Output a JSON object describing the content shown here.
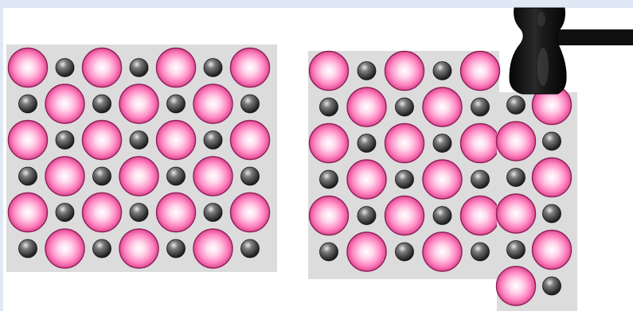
{
  "colors": {
    "frame": "#dfe8f4",
    "page": "#ffffff",
    "panel": "#dcdcdc",
    "cation_highlight": "#ffffff",
    "cation_mid": "#ff8fc8",
    "cation_base": "#e84f9a",
    "cation_edge": "#8f1e56",
    "anion_highlight": "#e9e9e9",
    "anion_mid": "#7a7a7a",
    "anion_base": "#2e2e2e",
    "anion_edge": "#111111",
    "hammer": "#101010",
    "hammer_shine": "#4a4a4a"
  },
  "diagram": {
    "panels": [
      {
        "name": "intact-ionic-lattice",
        "rows": [
          [
            "cation",
            "anion",
            "cation",
            "anion",
            "cation",
            "anion",
            "cation"
          ],
          [
            "anion",
            "cation",
            "anion",
            "cation",
            "anion",
            "cation",
            "anion"
          ],
          [
            "cation",
            "anion",
            "cation",
            "anion",
            "cation",
            "anion",
            "cation"
          ],
          [
            "anion",
            "cation",
            "anion",
            "cation",
            "anion",
            "cation",
            "anion"
          ],
          [
            "cation",
            "anion",
            "cation",
            "anion",
            "cation",
            "anion",
            "cation"
          ],
          [
            "anion",
            "cation",
            "anion",
            "cation",
            "anion",
            "cation",
            "anion"
          ]
        ]
      },
      {
        "name": "stressed-lattice-fixed-part",
        "rows": [
          [
            "cation",
            "anion",
            "cation",
            "anion",
            "cation"
          ],
          [
            "anion",
            "cation",
            "anion",
            "cation",
            "anion"
          ],
          [
            "cation",
            "anion",
            "cation",
            "anion",
            "cation"
          ],
          [
            "anion",
            "cation",
            "anion",
            "cation",
            "anion"
          ],
          [
            "cation",
            "anion",
            "cation",
            "anion",
            "cation"
          ],
          [
            "anion",
            "cation",
            "anion",
            "cation",
            "anion"
          ]
        ]
      },
      {
        "name": "stressed-lattice-shifted-layer",
        "rows": [
          [
            "anion",
            "cation"
          ],
          [
            "cation",
            "anion"
          ],
          [
            "anion",
            "cation"
          ],
          [
            "cation",
            "anion"
          ],
          [
            "anion",
            "cation"
          ],
          [
            "cation",
            "anion"
          ]
        ]
      }
    ],
    "tool": {
      "name": "hammer-icon"
    }
  }
}
